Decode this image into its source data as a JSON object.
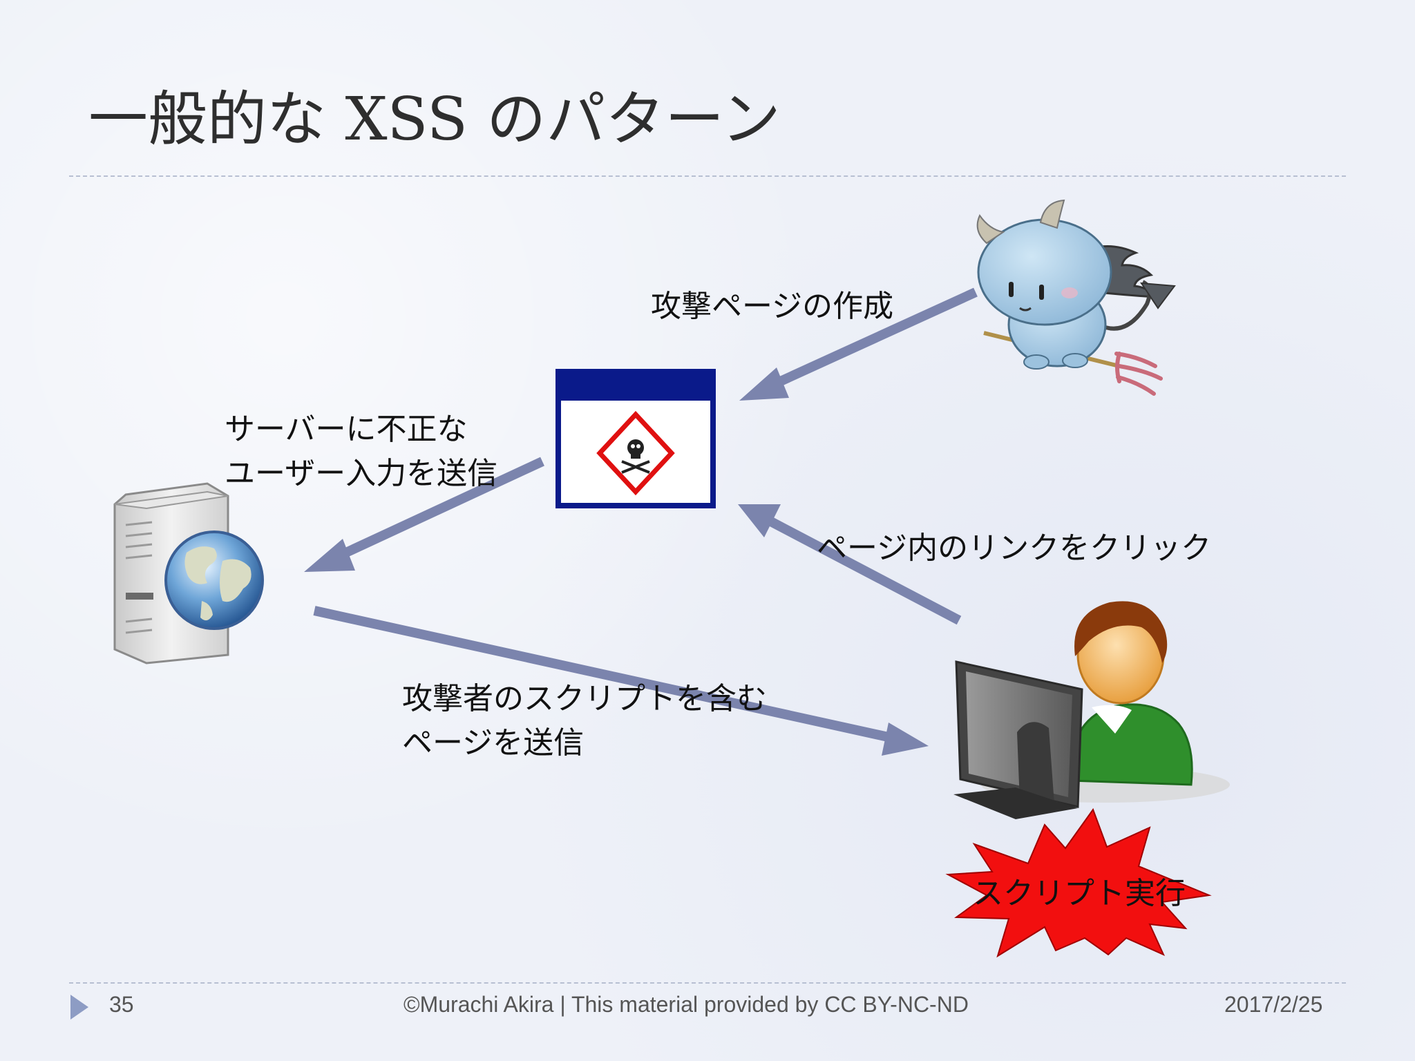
{
  "slide": {
    "title": "一般的な XSS のパターン",
    "page_number": "35",
    "copyright": "©Murachi Akira | This material provided by CC BY-NC-ND",
    "date": "2017/2/25"
  },
  "labels": {
    "create_attack_page": "攻撃ページの作成",
    "send_input_line1": "サーバーに不正な",
    "send_input_line2": "ユーザー入力を送信",
    "click_link": "ページ内のリンクをクリック",
    "send_page_line1": "攻撃者のスクリプトを含む",
    "send_page_line2": "ページを送信",
    "script_exec": "スクリプト実行"
  },
  "icons": {
    "attacker": "devil-icon",
    "malicious_page": "poison-page-icon",
    "server": "web-server-icon",
    "victim": "user-at-computer-icon",
    "slide_marker": "triangle-play-icon"
  },
  "colors": {
    "arrow": "#7b84ad",
    "page_header": "#0a1a8a",
    "hazard_red": "#e01010",
    "burst_red": "#f20f0f"
  }
}
